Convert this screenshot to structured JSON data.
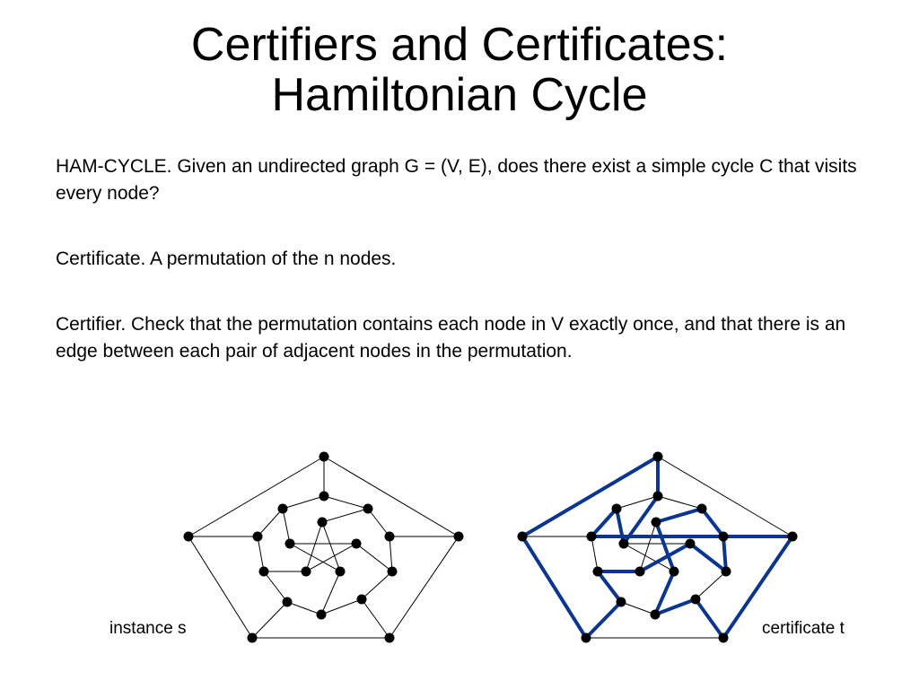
{
  "slide": {
    "title_line1": "Certifiers and Certificates:",
    "title_line2": "Hamiltonian Cycle",
    "para1": "HAM-CYCLE.  Given an undirected graph G = (V, E), does there exist a simple cycle C that visits every node?",
    "para2": "Certificate.  A permutation of the n nodes.",
    "para3": "Certifier.  Check that the permutation contains each node in V exactly once, and that there is an edge between each pair of adjacent nodes in the permutation."
  },
  "captions": {
    "left": "instance s",
    "right": "certificate t"
  },
  "colors": {
    "edge": "#000000",
    "cycle": "#0a3593",
    "node": "#000000"
  },
  "graph": {
    "type": "diagram",
    "nodes": [
      "o1",
      "o2",
      "o3",
      "o4",
      "o5",
      "m1",
      "m2",
      "m3",
      "m4",
      "m5",
      "m6",
      "m7",
      "m8",
      "m9",
      "m10",
      "i1",
      "i2",
      "i3",
      "i4",
      "i5"
    ],
    "edges": [
      [
        "o1",
        "o2"
      ],
      [
        "o2",
        "o3"
      ],
      [
        "o3",
        "o4"
      ],
      [
        "o4",
        "o5"
      ],
      [
        "o5",
        "o1"
      ],
      [
        "o1",
        "m1"
      ],
      [
        "o2",
        "m3"
      ],
      [
        "o3",
        "m5"
      ],
      [
        "o4",
        "m7"
      ],
      [
        "o5",
        "m9"
      ],
      [
        "m1",
        "m2"
      ],
      [
        "m2",
        "m3"
      ],
      [
        "m3",
        "m4"
      ],
      [
        "m4",
        "m5"
      ],
      [
        "m5",
        "m6"
      ],
      [
        "m6",
        "m7"
      ],
      [
        "m7",
        "m8"
      ],
      [
        "m8",
        "m9"
      ],
      [
        "m9",
        "m10"
      ],
      [
        "m10",
        "m1"
      ],
      [
        "m2",
        "i1"
      ],
      [
        "m4",
        "i2"
      ],
      [
        "m6",
        "i3"
      ],
      [
        "m8",
        "i4"
      ],
      [
        "m10",
        "i5"
      ],
      [
        "i1",
        "i3"
      ],
      [
        "i3",
        "i5"
      ],
      [
        "i5",
        "i2"
      ],
      [
        "i2",
        "i4"
      ],
      [
        "i4",
        "i1"
      ]
    ],
    "hamiltonian_cycle": [
      "o1",
      "o5",
      "o4",
      "m7",
      "m8",
      "i4",
      "i2",
      "m4",
      "m3",
      "m2",
      "i1",
      "i3",
      "m6",
      "m5",
      "o3",
      "o2",
      "m9",
      "m10",
      "i5",
      "m1"
    ]
  }
}
